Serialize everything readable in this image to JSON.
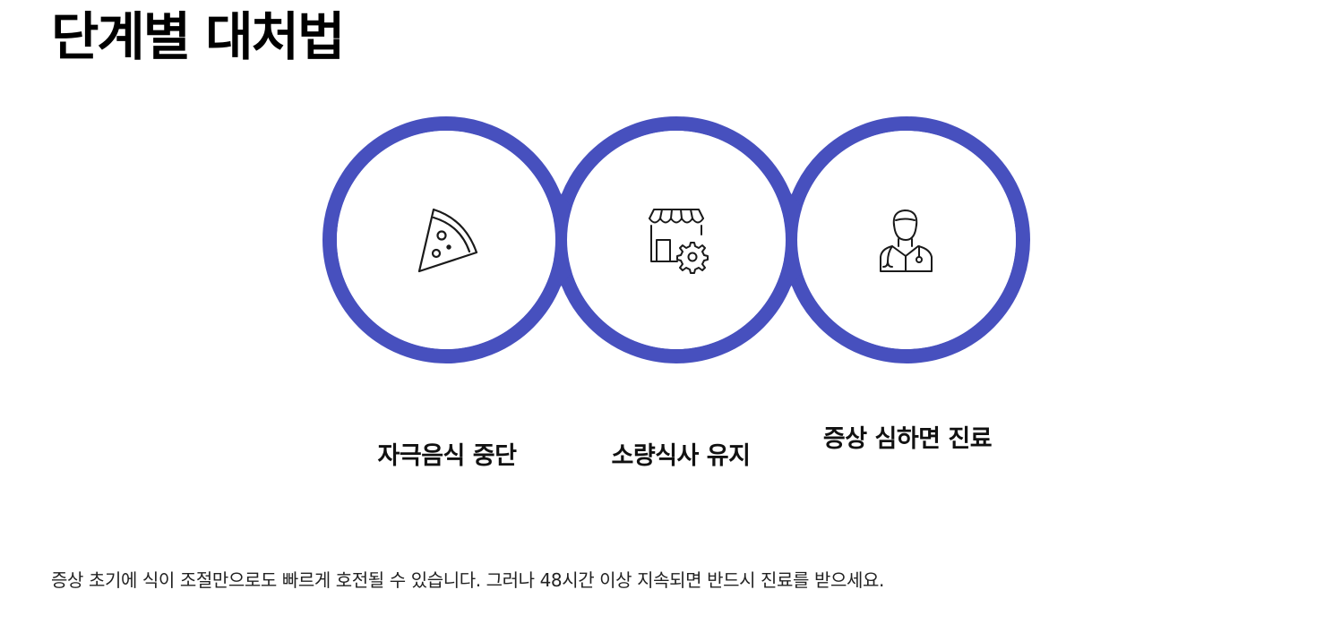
{
  "page": {
    "title": "단계별 대처법",
    "footer": "증상 초기에 식이 조절만으로도 빠르게 호전될 수 있습니다. 그러나 48시간 이상 지속되면 반드시 진료를 받으세요."
  },
  "colors": {
    "ring": "#4750BE",
    "ring_stroke": "#A9ADE0",
    "icon": "#1A1A1A"
  },
  "steps": [
    {
      "label": "자극음식 중단",
      "icon": "pizza-slice-icon"
    },
    {
      "label": "소량식사 유지",
      "icon": "store-settings-icon"
    },
    {
      "label": "증상 심하면 진료",
      "icon": "doctor-icon"
    }
  ]
}
